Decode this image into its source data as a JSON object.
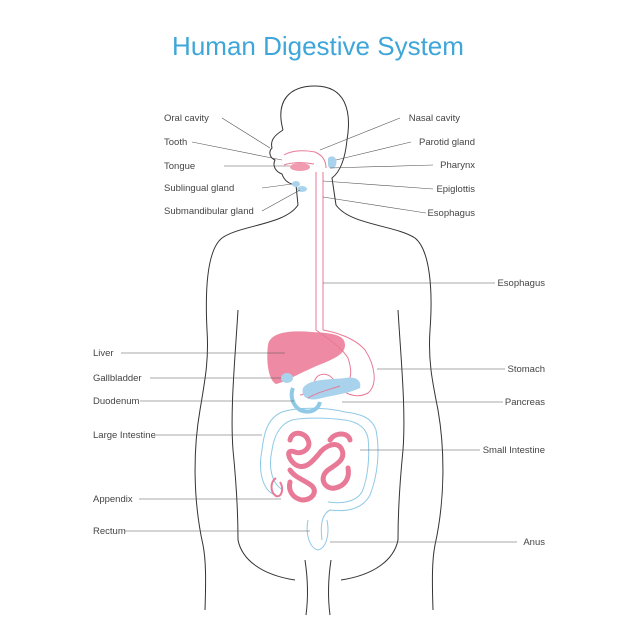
{
  "title": "Human Digestive System",
  "colors": {
    "title": "#3ea6d8",
    "organ_pink": "#ee8aa3",
    "organ_blue": "#a9d3ec",
    "outline": "#333333"
  },
  "labels": {
    "left": [
      {
        "id": "oral-cavity",
        "text": "Oral cavity"
      },
      {
        "id": "tooth",
        "text": "Tooth"
      },
      {
        "id": "tongue",
        "text": "Tongue"
      },
      {
        "id": "sublingual-gland",
        "text": "Sublingual gland"
      },
      {
        "id": "submandibular-gland",
        "text": "Submandibular gland"
      },
      {
        "id": "liver",
        "text": "Liver"
      },
      {
        "id": "gallbladder",
        "text": "Gallbladder"
      },
      {
        "id": "duodenum",
        "text": "Duodenum"
      },
      {
        "id": "large-intestine",
        "text": "Large Intestine"
      },
      {
        "id": "appendix",
        "text": "Appendix"
      },
      {
        "id": "rectum",
        "text": "Rectum"
      }
    ],
    "right": [
      {
        "id": "nasal-cavity",
        "text": "Nasal cavity"
      },
      {
        "id": "parotid-gland",
        "text": "Parotid gland"
      },
      {
        "id": "pharynx",
        "text": "Pharynx"
      },
      {
        "id": "epiglottis",
        "text": "Epiglottis"
      },
      {
        "id": "esophagus-upper",
        "text": "Esophagus"
      },
      {
        "id": "esophagus",
        "text": "Esophagus"
      },
      {
        "id": "stomach",
        "text": "Stomach"
      },
      {
        "id": "pancreas",
        "text": "Pancreas"
      },
      {
        "id": "small-intestine",
        "text": "Small Intestine"
      },
      {
        "id": "anus",
        "text": "Anus"
      }
    ]
  }
}
